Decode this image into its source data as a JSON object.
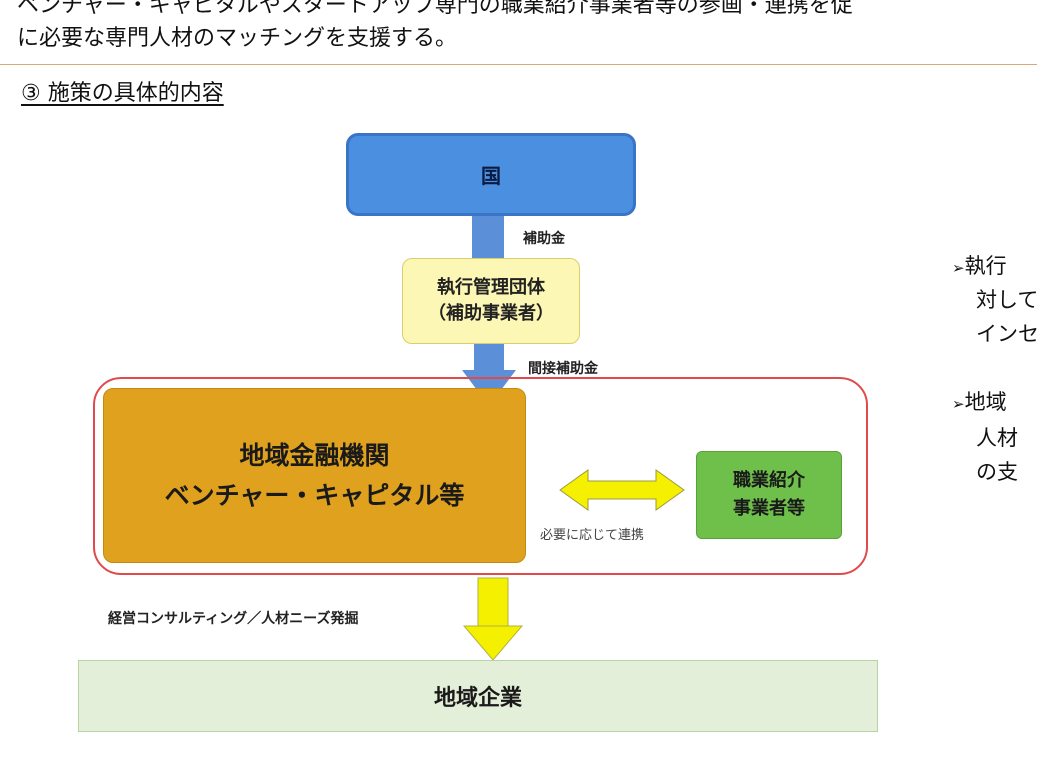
{
  "intro": {
    "line1": "ベンチャー・キャピタルやスタートアップ専門の職業紹介事業者等の参画・連携を促",
    "line2": "に必要な専門人材のマッチングを支援する。"
  },
  "section_heading": "③ 施策の具体的内容",
  "diagram": {
    "country": "国",
    "subsidy_label": "補助金",
    "executing_body_line1": "執行管理団体",
    "executing_body_line2": "（補助事業者）",
    "indirect_subsidy_label": "間接補助金",
    "financial_line1": "地域金融機関",
    "financial_line2": "ベンチャー・キャピタル等",
    "agency_line1": "職業紹介",
    "agency_line2": "事業者等",
    "cooperation_label": "必要に応じて連携",
    "consulting_label": "経営コンサルティング／人材ニーズ発掘",
    "local_companies": "地域企業"
  },
  "side_notes": {
    "item1_line1": "執行",
    "item1_line2": "対して",
    "item1_line3": "インセ",
    "item2_line1": "地域",
    "item2_line2": "人材",
    "item2_line3": "の支",
    "bullet_glyph": "➢"
  },
  "colors": {
    "country_fill": "#4a8fe0",
    "executing_fill": "#fdf7b6",
    "financial_fill": "#e0a21e",
    "agency_fill": "#6fc04b",
    "company_fill": "#e4efd9",
    "frame_stroke": "#e04a4a",
    "arrow_yellow": "#f5f000"
  }
}
